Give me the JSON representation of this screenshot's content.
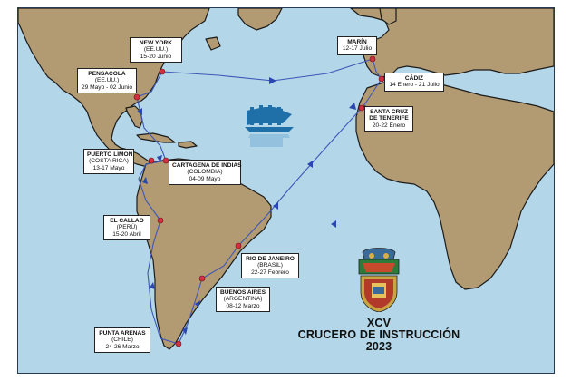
{
  "title": {
    "line1": "XCV",
    "line2": "CRUCERO DE INSTRUCCIÓN",
    "line3": "2023"
  },
  "ports": [
    {
      "id": "new-york",
      "name": "NEW YORK",
      "country": "(EE.UU.)",
      "dates": "15-20 Junio"
    },
    {
      "id": "pensacola",
      "name": "PENSACOLA",
      "country": "(EE.UU.)",
      "dates": "29 Mayo - 02 Junio"
    },
    {
      "id": "puerto-limon",
      "name": "PUERTO LIMÓN",
      "country": "(COSTA RICA)",
      "dates": "13-17 Mayo"
    },
    {
      "id": "cartagena",
      "name": "CARTAGENA DE INDIAS",
      "country": "(COLOMBIA)",
      "dates": "04-09 Mayo"
    },
    {
      "id": "el-callao",
      "name": "EL CALLAO",
      "country": "(PERÚ)",
      "dates": "15-20 Abril"
    },
    {
      "id": "rio",
      "name": "RIO DE JANEIRO",
      "country": "(BRASIL)",
      "dates": "22-27 Febrero"
    },
    {
      "id": "buenos-aires",
      "name": "BUENOS AIRES",
      "country": "(ARGENTINA)",
      "dates": "08-12 Marzo"
    },
    {
      "id": "punta-arenas",
      "name": "PUNTA ARENAS",
      "country": "(CHILE)",
      "dates": "24-26 Marzo"
    },
    {
      "id": "marin",
      "name": "MARÍN",
      "country": "",
      "dates": "12-17 Julio"
    },
    {
      "id": "cadiz",
      "name": "CÁDIZ",
      "country": "",
      "dates": "14 Enero - 21 Julio"
    },
    {
      "id": "tenerife",
      "name": "SANTA CRUZ",
      "country": "DE TENERIFE",
      "dates": "20-22 Enero"
    }
  ],
  "colors": {
    "ocean": "#b3d7e8",
    "land": "#b29a72",
    "route": "#3d57b8",
    "port": "#d0303f"
  }
}
